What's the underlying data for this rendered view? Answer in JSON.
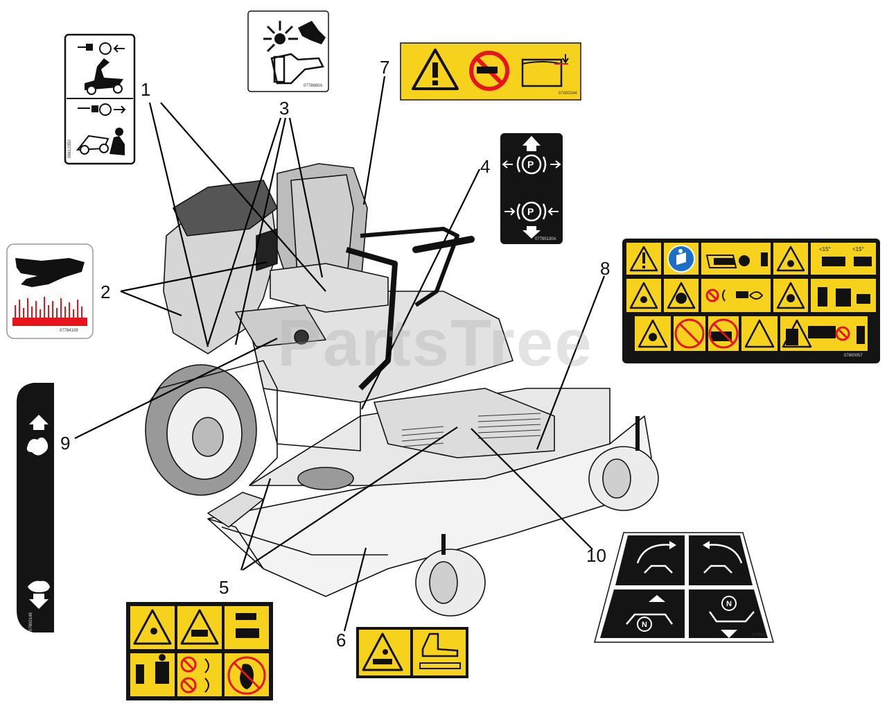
{
  "watermark": "PartsTree",
  "callouts": {
    "c1": "1",
    "c2": "2",
    "c3": "3",
    "c4": "4",
    "c5": "5",
    "c6": "6",
    "c7": "7",
    "c8": "8",
    "c9": "9",
    "c10": "10"
  },
  "decal_codes": {
    "d2": "07784108",
    "d3": "0778680A",
    "d4": "07785130A",
    "d7": "07800244",
    "d8": "07800057",
    "d9": "07800148",
    "d10": "1005611",
    "d1": "06612350"
  },
  "decal_text": {
    "parking": "P",
    "neutral": "N",
    "slope1": "<15°",
    "slope2": "<15°"
  },
  "colors": {
    "warning_yellow": "#f6d21c",
    "decal_black": "#141414",
    "hot_red": "#e8141c",
    "line": "#000000"
  }
}
